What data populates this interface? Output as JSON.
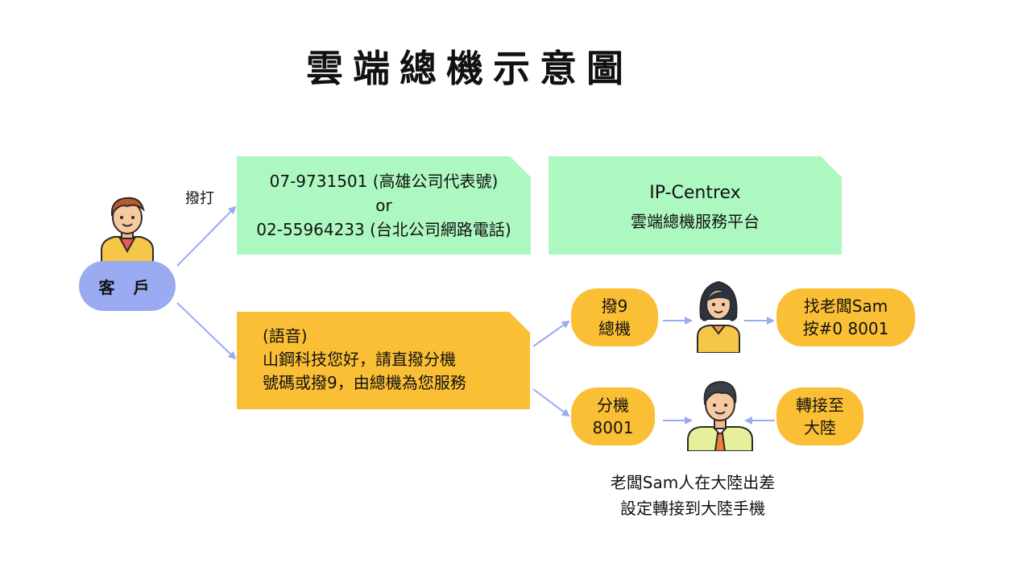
{
  "title": "雲端總機示意圖",
  "customer": {
    "label": "客 戶",
    "icon": "customer-man-icon"
  },
  "dial_label": "撥打",
  "phone_box": {
    "line1": "07-9731501 (高雄公司代表號)",
    "line2": "or",
    "line3": "02-55964233 (台北公司網路電話)"
  },
  "platform_box": {
    "line1": "IP-Centrex",
    "line2": "雲端總機服務平台"
  },
  "voice_box": {
    "line1": "(語音)",
    "line2": "山鋼科技您好，請直撥分機",
    "line3": "號碼或撥9，由總機為您服務"
  },
  "dial9_pill": {
    "line1": "撥9",
    "line2": "總機"
  },
  "find_boss_pill": {
    "line1": "找老闆Sam",
    "line2": "按#0  8001"
  },
  "extension_pill": {
    "line1": "分機",
    "line2": "8001"
  },
  "transfer_pill": {
    "line1": "轉接至",
    "line2": "大陸"
  },
  "operator": {
    "icon": "operator-woman-icon"
  },
  "boss": {
    "icon": "boss-man-icon"
  },
  "note": {
    "line1": "老闆Sam人在大陸出差",
    "line2": "設定轉接到大陸手機"
  },
  "colors": {
    "green": "#adf8c1",
    "orange": "#fbbf36",
    "customer_pill": "#9aabf1",
    "arrow": "#9aabf1"
  }
}
